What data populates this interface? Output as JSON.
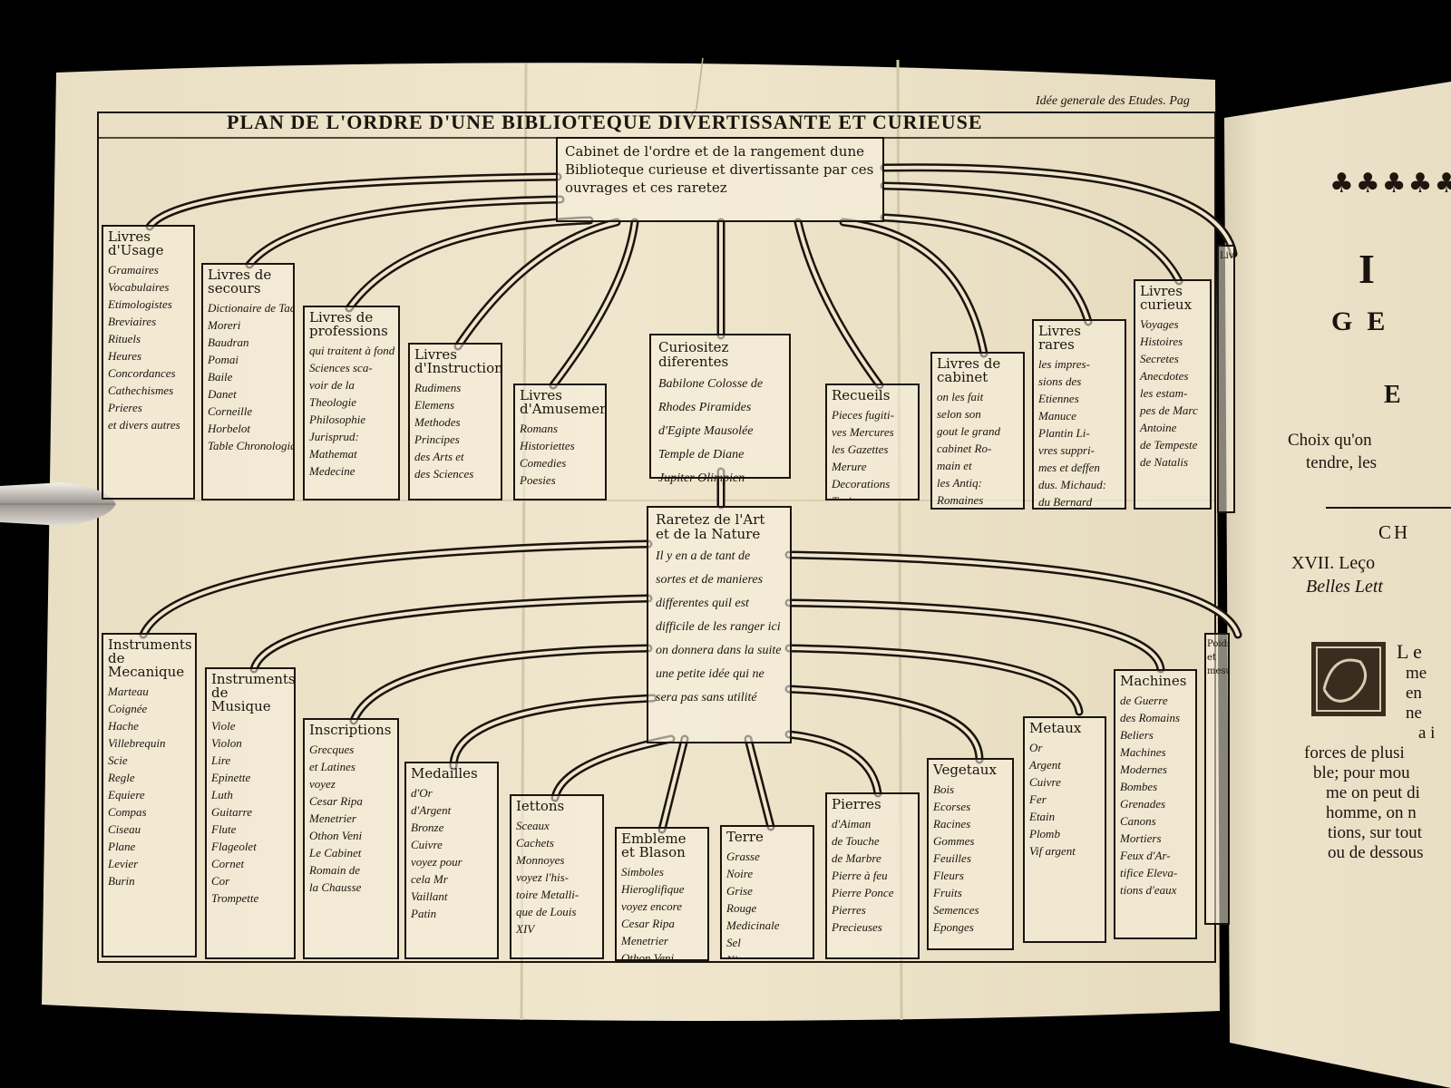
{
  "book": {
    "corner_note": "Idée generale des Etudes. Pag",
    "title": "PLAN DE L'ORDRE D'UNE BIBLIOTEQUE DIVERTISSANTE ET CURIEUSE",
    "center_box": "Cabinet de l'ordre et de la rangement dune Biblioteque curieuse et divertissante par ces ouvrages et ces raretez",
    "top_row": [
      {
        "title": "Livres d'Usage",
        "items": [
          "Gramaires",
          "Vocabulaires",
          "Etimologistes",
          "Breviaires",
          "Rituels",
          "Heures",
          "Concordances",
          "Cathechismes",
          "Prieres",
          "et divers autres"
        ]
      },
      {
        "title": "Livres de secours",
        "items": [
          "Dictionaire de Tachard",
          "Moreri",
          "Baudran",
          "Pomai",
          "Baile",
          "Danet",
          "Corneille",
          "Horbelot",
          "Table Chronologique"
        ]
      },
      {
        "title": "Livres de professions",
        "items": [
          "qui traitent à fond des",
          "Sciences sca-",
          "voir de la",
          "Theologie",
          "Philosophie",
          "Jurisprud:",
          "Mathemat",
          "Medecine"
        ]
      },
      {
        "title": "Livres d'Instructions",
        "items": [
          "Rudimens",
          "Elemens",
          "Methodes",
          "Principes",
          "des Arts et",
          "des Sciences"
        ]
      },
      {
        "title": "Livres d'Amusement",
        "items": [
          "Romans",
          "Historiettes",
          "Comedies",
          "Poesies"
        ]
      },
      {
        "title": "Recueils",
        "items": [
          "Pieces fugiti-",
          "ves Mercures",
          "les Gazettes",
          "Merure",
          "Decorations",
          "Traitez"
        ]
      },
      {
        "title": "Livres de cabinet",
        "items": [
          "on les fait",
          "selon son",
          "gout le grand",
          "cabinet Ro-",
          "main et",
          "les Antiq:",
          "Romaines"
        ]
      },
      {
        "title": "Livres rares",
        "items": [
          "les impres-",
          "sions des",
          "Etiennes",
          "Manuce",
          "Plantin Li-",
          "vres suppri-",
          "mes et deffen",
          "dus. Michaud:",
          "du Bernard"
        ]
      },
      {
        "title": "Livres curieux",
        "items": [
          "Voyages",
          "Histoires",
          "Secretes",
          "Anecdotes",
          "les estam-",
          "pes de Marc",
          "Antoine",
          "de Tempeste",
          "de Natalis"
        ]
      }
    ],
    "curiosites": {
      "title": "Curiositez diferentes",
      "text": "Babilone Colosse de Rhodes Piramides d'Egipte Mausolée Temple de Diane Jupiter Olimpien"
    },
    "raretez": {
      "title": "Raretez de l'Art et de la Nature",
      "text": "Il y en a de tant de sortes et de manieres differentes quil est difficile de les ranger ici on donnera dans la suite une petite idée qui ne sera pas sans utilité"
    },
    "bottom_row": [
      {
        "title": "Instruments de Mecanique",
        "items": [
          "Marteau",
          "Coignée",
          "Hache",
          "Villebrequin",
          "Scie",
          "Regle",
          "Equiere",
          "Compas",
          "Ciseau",
          "Plane",
          "Levier",
          "Burin"
        ]
      },
      {
        "title": "Instruments de Musique",
        "items": [
          "Viole",
          "Violon",
          "Lire",
          "Epinette",
          "Luth",
          "Guitarre",
          "Flute",
          "Flageolet",
          "Cornet",
          "Cor",
          "Trompette"
        ]
      },
      {
        "title": "Inscriptions",
        "items": [
          "Grecques",
          "et Latines",
          "voyez",
          "Cesar Ripa",
          "Menetrier",
          "Othon Veni",
          "Le Cabinet",
          "Romain de",
          "la Chausse"
        ]
      },
      {
        "title": "Medailles",
        "items": [
          "d'Or",
          "d'Argent",
          "Bronze",
          "Cuivre",
          "voyez pour",
          "cela Mr",
          "Vaillant",
          "Patin"
        ]
      },
      {
        "title": "Iettons",
        "items": [
          "Sceaux",
          "Cachets",
          "Monnoyes",
          "voyez l'his-",
          "toire Metalli-",
          "que de Louis",
          "XIV"
        ]
      },
      {
        "title": "Embleme et Blason",
        "items": [
          "Simboles",
          "Hieroglifique",
          "voyez encore",
          "Cesar Ripa",
          "Menetrier",
          "Othon Veni"
        ]
      },
      {
        "title": "Terre",
        "items": [
          "Grasse",
          "Noire",
          "Grise",
          "Rouge",
          "Medicinale",
          "Sel",
          "Nitre"
        ]
      },
      {
        "title": "Pierres",
        "items": [
          "d'Aiman",
          "de Touche",
          "de Marbre",
          "Pierre à feu",
          "Pierre Ponce",
          "Pierres",
          "Precieuses"
        ]
      },
      {
        "title": "Vegetaux",
        "items": [
          "Bois",
          "Ecorses",
          "Racines",
          "Gommes",
          "Feuilles",
          "Fleurs",
          "Fruits",
          "Semences",
          "Eponges"
        ]
      },
      {
        "title": "Metaux",
        "items": [
          "Or",
          "Argent",
          "Cuivre",
          "Fer",
          "Etain",
          "Plomb",
          "Vif argent"
        ]
      }
    ],
    "machines": {
      "title": "Machines",
      "items": [
        "de Guerre",
        "des Romains",
        "Beliers",
        "Machines",
        "Modernes",
        "Bombes",
        "Grenades",
        "Canons",
        "Mortiers",
        "Feux d'Ar-",
        "tifice Eleva-",
        "tions d'eaux"
      ]
    },
    "edge_top_box": "Livres",
    "edge_bottom_box": "Poids et mesures",
    "right_page": {
      "big1": "I",
      "big2": "GE",
      "big3": "E",
      "line1": "Choix qu'on",
      "line2": "tendre, les",
      "chapter": "CH",
      "chapter_line1": "XVII. Leço",
      "chapter_line2": "Belles Lett",
      "dropcap_line1": "L e",
      "dropcap_line2": "me",
      "dropcap_line3": "en",
      "dropcap_line4": "ne",
      "dropcap_line5": "a i",
      "body1": "forces de plusi",
      "body2": "ble; pour mou",
      "body3": "me on peut di",
      "body4": "homme, on n",
      "body5": "tions, sur tout",
      "body6": "ou de dessous"
    }
  }
}
